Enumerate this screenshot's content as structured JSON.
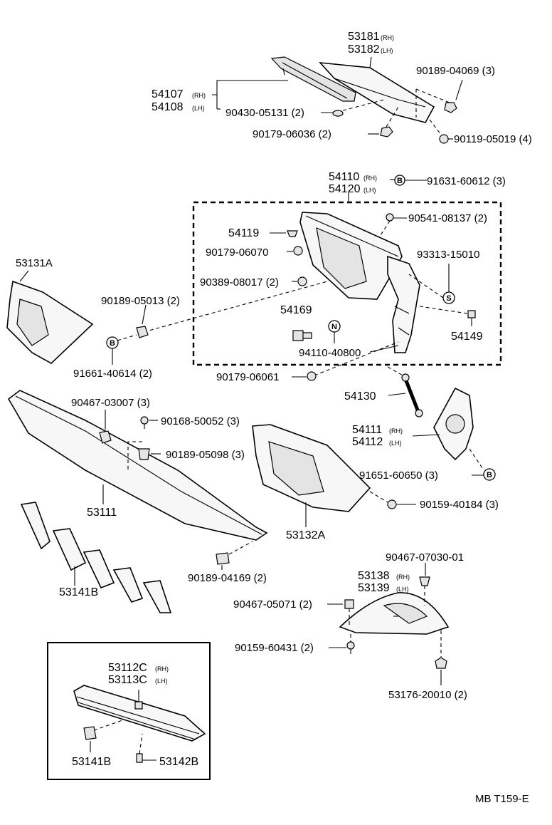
{
  "labels": {
    "l53181": "53181",
    "l53182": "53182",
    "l54107": "54107",
    "l54108": "54108",
    "l90189_04069": "90189-04069 (3)",
    "l90430": "90430-05131 (2)",
    "l90179_06036": "90179-06036 (2)",
    "l90119": "90119-05019 (4)",
    "l54110": "54110",
    "l54120": "54120",
    "l91631": "91631-60612 (3)",
    "l90541": "90541-08137 (2)",
    "l54119": "54119",
    "l90179_06070": "90179-06070",
    "l93313": "93313-15010",
    "l90389": "90389-08017 (2)",
    "l53131A": "53131A",
    "l90189_05013": "90189-05013 (2)",
    "l54169": "54169",
    "l54149": "54149",
    "l94110": "94110-40800",
    "l91661": "91661-40614 (2)",
    "l90179_06061": "90179-06061",
    "l54130": "54130",
    "l90467_03007": "90467-03007 (3)",
    "l90168": "90168-50052 (3)",
    "l90189_05098": "90189-05098 (3)",
    "l54111": "54111",
    "l54112": "54112",
    "l91651": "91651-60650 (3)",
    "l90159_40184": "90159-40184 (3)",
    "l53111": "53111",
    "l53132A": "53132A",
    "l90189_04169": "90189-04169 (2)",
    "l90467_07030": "90467-07030-01",
    "l53138": "53138",
    "l53139": "53139",
    "l90467_05071": "90467-05071 (2)",
    "l53141B": "53141B",
    "l90159_60431": "90159-60431 (2)",
    "l53176": "53176-20010 (2)",
    "l53112C": "53112C",
    "l53113C": "53113C",
    "l53141B_b": "53141B",
    "l53142B": "53142B",
    "ref": "MB T159-E"
  },
  "suffix": {
    "rh": "(RH)",
    "lh": "(LH)"
  },
  "symbols": {
    "b": "B",
    "s": "S",
    "n": "N"
  }
}
